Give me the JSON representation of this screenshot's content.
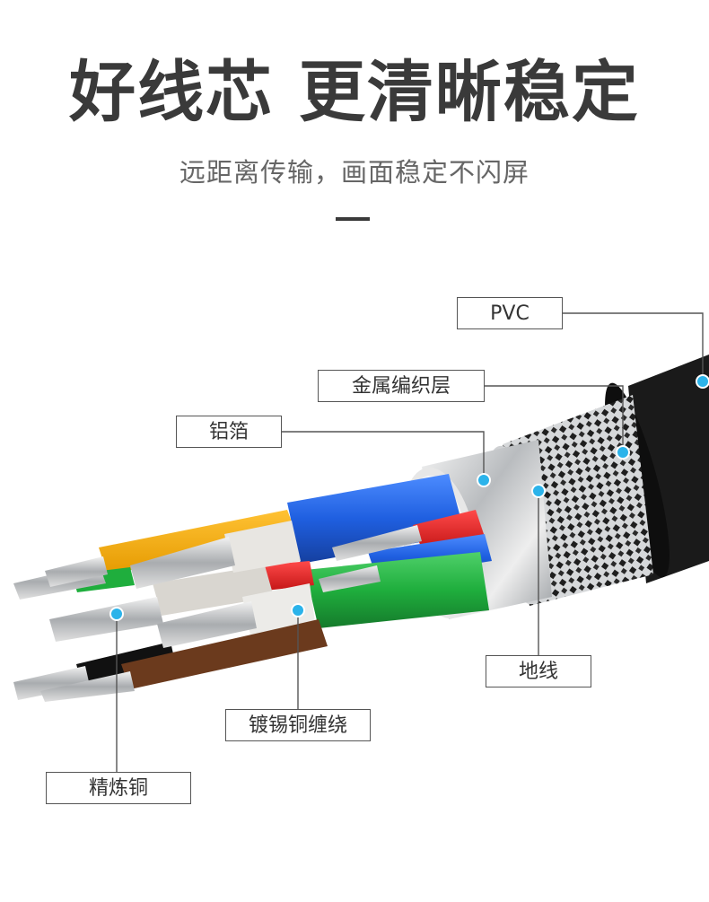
{
  "headline": "好线芯 更清晰稳定",
  "subheadline": "远距离传输，画面稳定不闪屏",
  "labels": {
    "pvc": "PVC",
    "braid": "金属编织层",
    "foil": "铝箔",
    "ground": "地线",
    "tinned": "镀锡铜缠绕",
    "copper": "精炼铜"
  },
  "colors": {
    "title": "#3a3a3a",
    "marker": "#2bb3ea",
    "leader_line": "#555555"
  }
}
